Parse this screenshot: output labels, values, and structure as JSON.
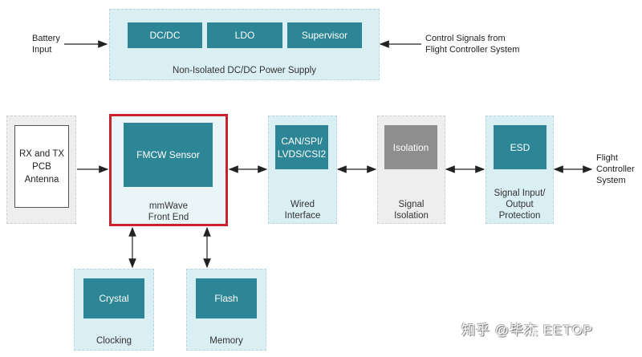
{
  "power_supply": {
    "label": "Non-Isolated DC/DC Power Supply",
    "blocks": [
      "DC/DC",
      "LDO",
      "Supervisor"
    ]
  },
  "external": {
    "battery_input": "Battery\nInput",
    "control_signals": "Control Signals from\nFlight Controller System",
    "flight_controller": "Flight\nController\nSystem"
  },
  "antenna": {
    "block": "RX and TX\nPCB\nAntenna"
  },
  "front_end": {
    "block": "FMCW Sensor",
    "label": "mmWave\nFront End"
  },
  "wired_interface": {
    "block": "CAN/SPI/\nLVDS/CSI2",
    "label": "Wired\nInterface"
  },
  "signal_isolation": {
    "block": "Isolation",
    "label": "Signal\nIsolation"
  },
  "protection": {
    "block": "ESD",
    "label": "Signal Input/\nOutput\nProtection"
  },
  "clocking": {
    "block": "Crystal",
    "label": "Clocking"
  },
  "memory": {
    "block": "Flash",
    "label": "Memory"
  },
  "colors": {
    "block": "#2d8696",
    "group": "#d9eff4",
    "highlight": "#c8232c",
    "isolation": "#8e8e8e"
  },
  "watermark": "知乎 @毕杰 EETOP"
}
